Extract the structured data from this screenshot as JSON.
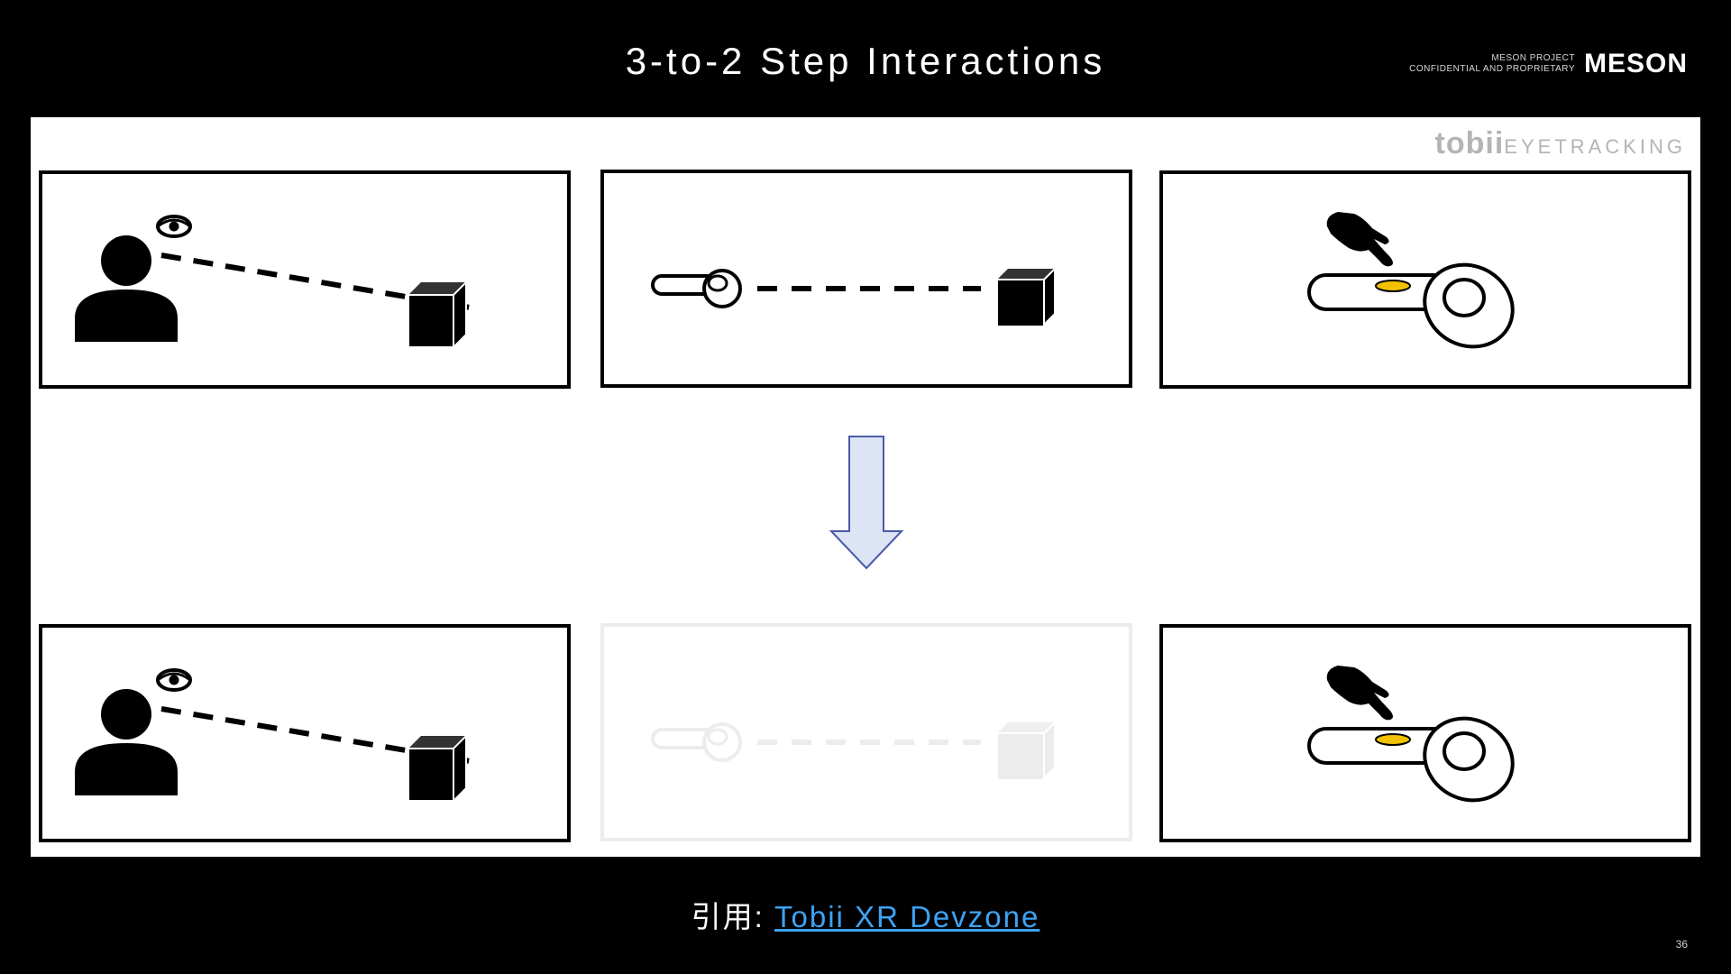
{
  "slide": {
    "title": "3-to-2 Step Interactions",
    "page_number": "36"
  },
  "brand": {
    "project_line": "MESON PROJECT",
    "confidential_line": "CONFIDENTIAL AND PROPRIETARY",
    "logo_text": "MESON"
  },
  "figure": {
    "watermark_brand": "tobii",
    "watermark_suffix": "EYETRACKING",
    "top_row": [
      "gaze-to-object",
      "controller-ray-to-object",
      "trigger-press"
    ],
    "bottom_row": [
      "gaze-to-object",
      "controller-ray-to-object (faded)",
      "trigger-press"
    ]
  },
  "citation": {
    "prefix": "引用: ",
    "link_text": "Tobii XR Devzone"
  }
}
